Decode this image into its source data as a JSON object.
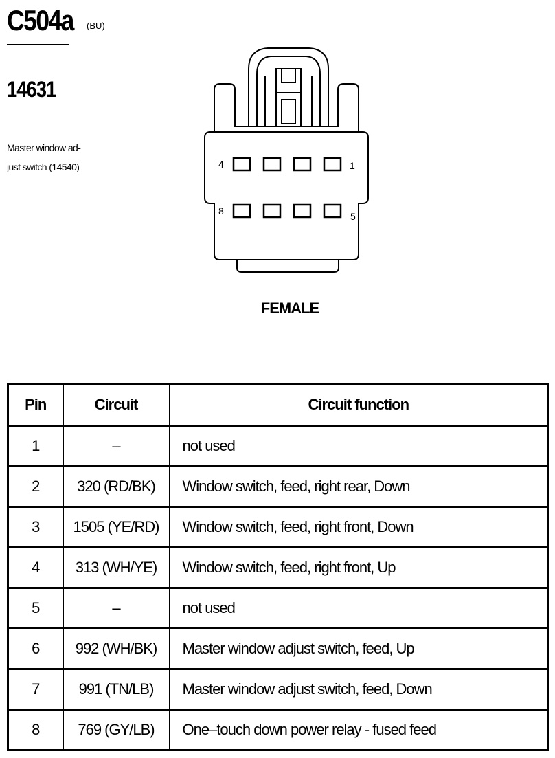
{
  "connector": {
    "id": "C504a",
    "color": "(BU)",
    "part_number": "14631",
    "description": "Master window ad-\njust switch (14540)",
    "gender": "FEMALE",
    "pin_labels": {
      "top_left": "4",
      "top_right": "1",
      "bottom_left": "8",
      "bottom_right": "5"
    }
  },
  "table": {
    "headers": [
      "Pin",
      "Circuit",
      "Circuit function"
    ],
    "rows": [
      [
        "1",
        "–",
        "not used"
      ],
      [
        "2",
        "320 (RD/BK)",
        "Window switch, feed, right rear, Down"
      ],
      [
        "3",
        "1505 (YE/RD)",
        "Window switch, feed, right front, Down"
      ],
      [
        "4",
        "313 (WH/YE)",
        "Window switch, feed, right front, Up"
      ],
      [
        "5",
        "–",
        "not used"
      ],
      [
        "6",
        "992 (WH/BK)",
        "Master window adjust switch, feed, Up"
      ],
      [
        "7",
        "991 (TN/LB)",
        "Master window adjust switch, feed, Down"
      ],
      [
        "8",
        "769 (GY/LB)",
        "One–touch down power relay - fused feed"
      ]
    ]
  }
}
